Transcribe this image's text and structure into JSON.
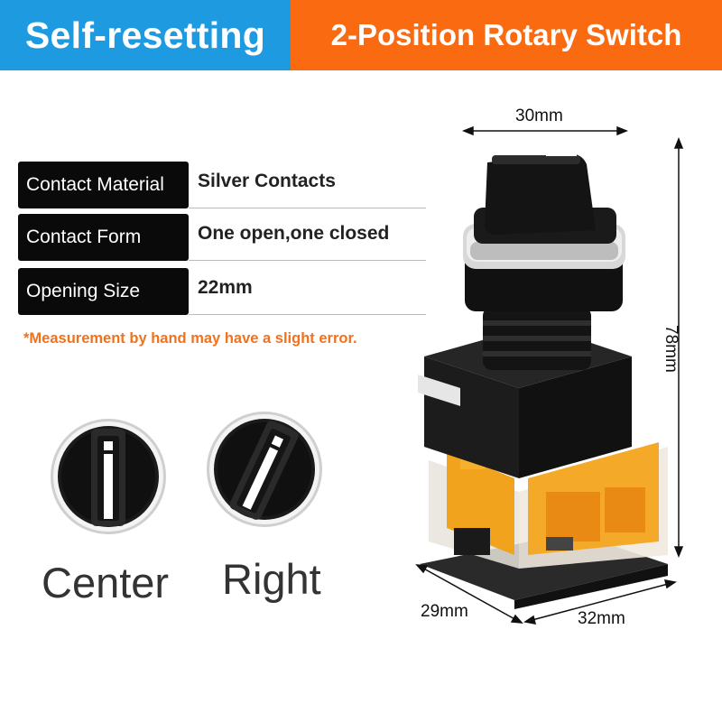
{
  "banner": {
    "left_text": "Self-resetting",
    "right_text": "2-Position Rotary Switch",
    "left_color": "#1e9be0",
    "right_color": "#fa6a10"
  },
  "specs": [
    {
      "label": "Contact Material",
      "value": "Silver Contacts"
    },
    {
      "label": "Contact Form",
      "value": "One open,one closed"
    },
    {
      "label": "Opening Size",
      "value": "22mm"
    }
  ],
  "note": "*Measurement by hand may have a slight error.",
  "positions": {
    "center": "Center",
    "right": "Right"
  },
  "dimensions": {
    "width_top": "30mm",
    "height": "78mm",
    "depth": "29mm",
    "width_base": "32mm"
  }
}
